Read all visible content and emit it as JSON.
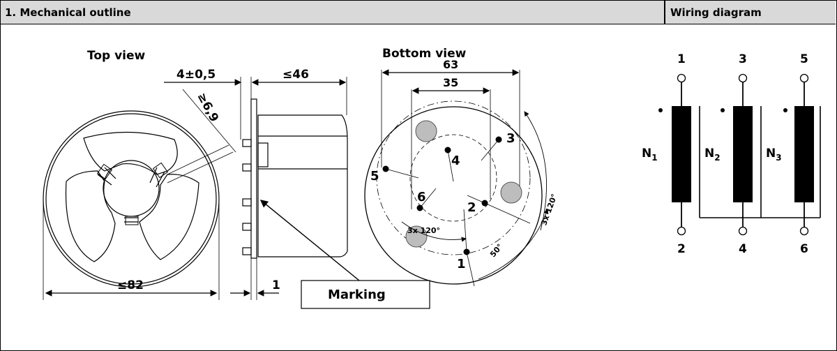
{
  "header": {
    "left_title": "1. Mechanical outline",
    "right_title": "Wiring diagram"
  },
  "mechanical": {
    "top_view_label": "Top view",
    "bottom_view_label": "Bottom view",
    "dim_thickness": "4±0,5",
    "dim_height": "≤46",
    "dim_hole": "≥6,9",
    "dim_diameter": "≤82",
    "dim_base": "1",
    "marking_label": "Marking",
    "dim_pcd_outer": "63",
    "dim_pcd_inner": "35",
    "angle_pins": "3x 120°",
    "angle_offset": "50°",
    "angle_holes": "3x 120°",
    "pins": [
      "1",
      "2",
      "3",
      "4",
      "5",
      "6"
    ]
  },
  "wiring": {
    "top_pins": [
      "1",
      "3",
      "5"
    ],
    "bottom_pins": [
      "2",
      "4",
      "6"
    ],
    "windings": [
      {
        "name": "N",
        "sub": "1"
      },
      {
        "name": "N",
        "sub": "2"
      },
      {
        "name": "N",
        "sub": "3"
      }
    ]
  }
}
